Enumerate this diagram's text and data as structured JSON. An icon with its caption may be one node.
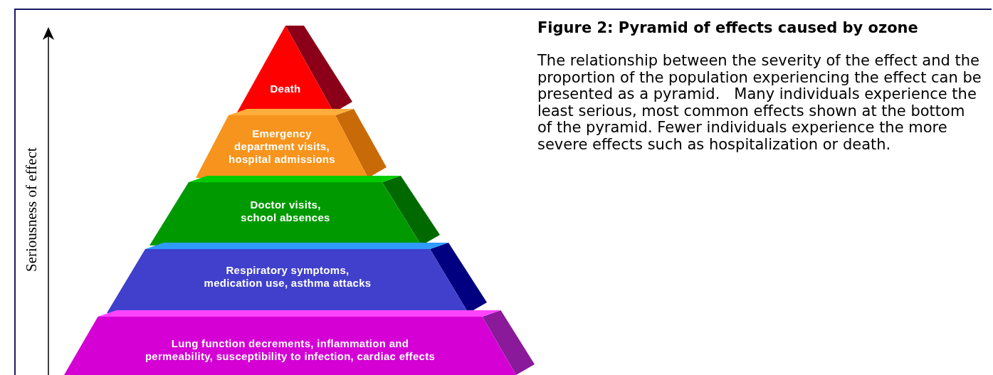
{
  "diagram": {
    "title": "Figure 2: Pyramid of effects caused by ozone",
    "caption": "The relationship between the severity of the effect and the proportion of the population experiencing the effect can be presented as a pyramid.   Many individuals experience the least serious, most common effects shown at the bottom of the pyramid. Fewer individuals experience the more severe effects such as hospitalization or death.",
    "nodes": [
      {
        "text": [
          "Death"
        ]
      },
      {
        "text": [
          "Emergency department visits, hospital admissions"
        ]
      },
      {
        "text": [
          "Doctor visits, school absences"
        ]
      },
      {
        "text": [
          "Respiratory symptoms, medication use, asthma attacks"
        ]
      },
      {
        "text": [
          "Lung function decrements, inflammation and permeability, susceptibility to infection, cardiac effects"
        ]
      }
    ],
    "edges": [],
    "labels": [
      "Seriousness of effect"
    ]
  }
}
